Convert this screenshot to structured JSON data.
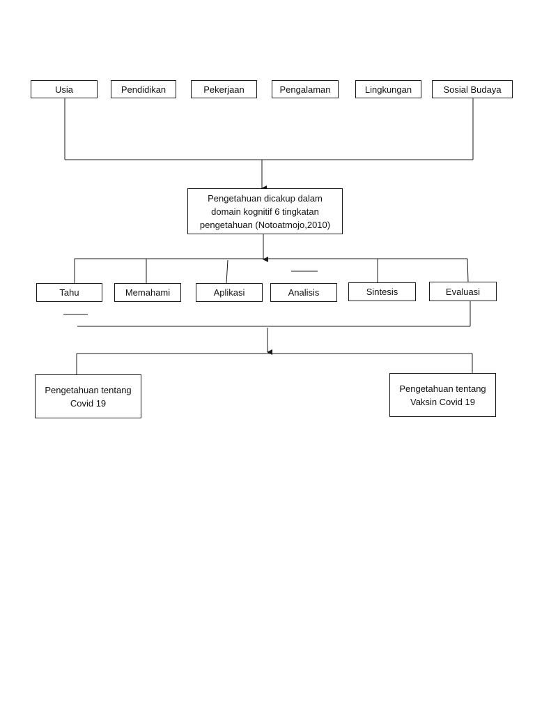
{
  "factors": [
    "Usia",
    "Pendidikan",
    "Pekerjaan",
    "Pengalaman",
    "Lingkungan",
    "Sosial Budaya"
  ],
  "center": {
    "text": "Pengetahuan dicakup dalam\ndomain kognitif 6 tingkatan\npengetahuan (Notoatmojo,2010)"
  },
  "levels": [
    "Tahu",
    "Memahami",
    "Aplikasi",
    "Analisis",
    "Sintesis",
    "Evaluasi"
  ],
  "outcomes": [
    {
      "text": "Pengetahuan tentang\nCovid 19"
    },
    {
      "text": "Pengetahuan tentang\nVaksin Covid 19"
    }
  ],
  "colors": {
    "line": "#1a1a1a",
    "box_border": "#1a1a1a",
    "background": "#ffffff"
  }
}
